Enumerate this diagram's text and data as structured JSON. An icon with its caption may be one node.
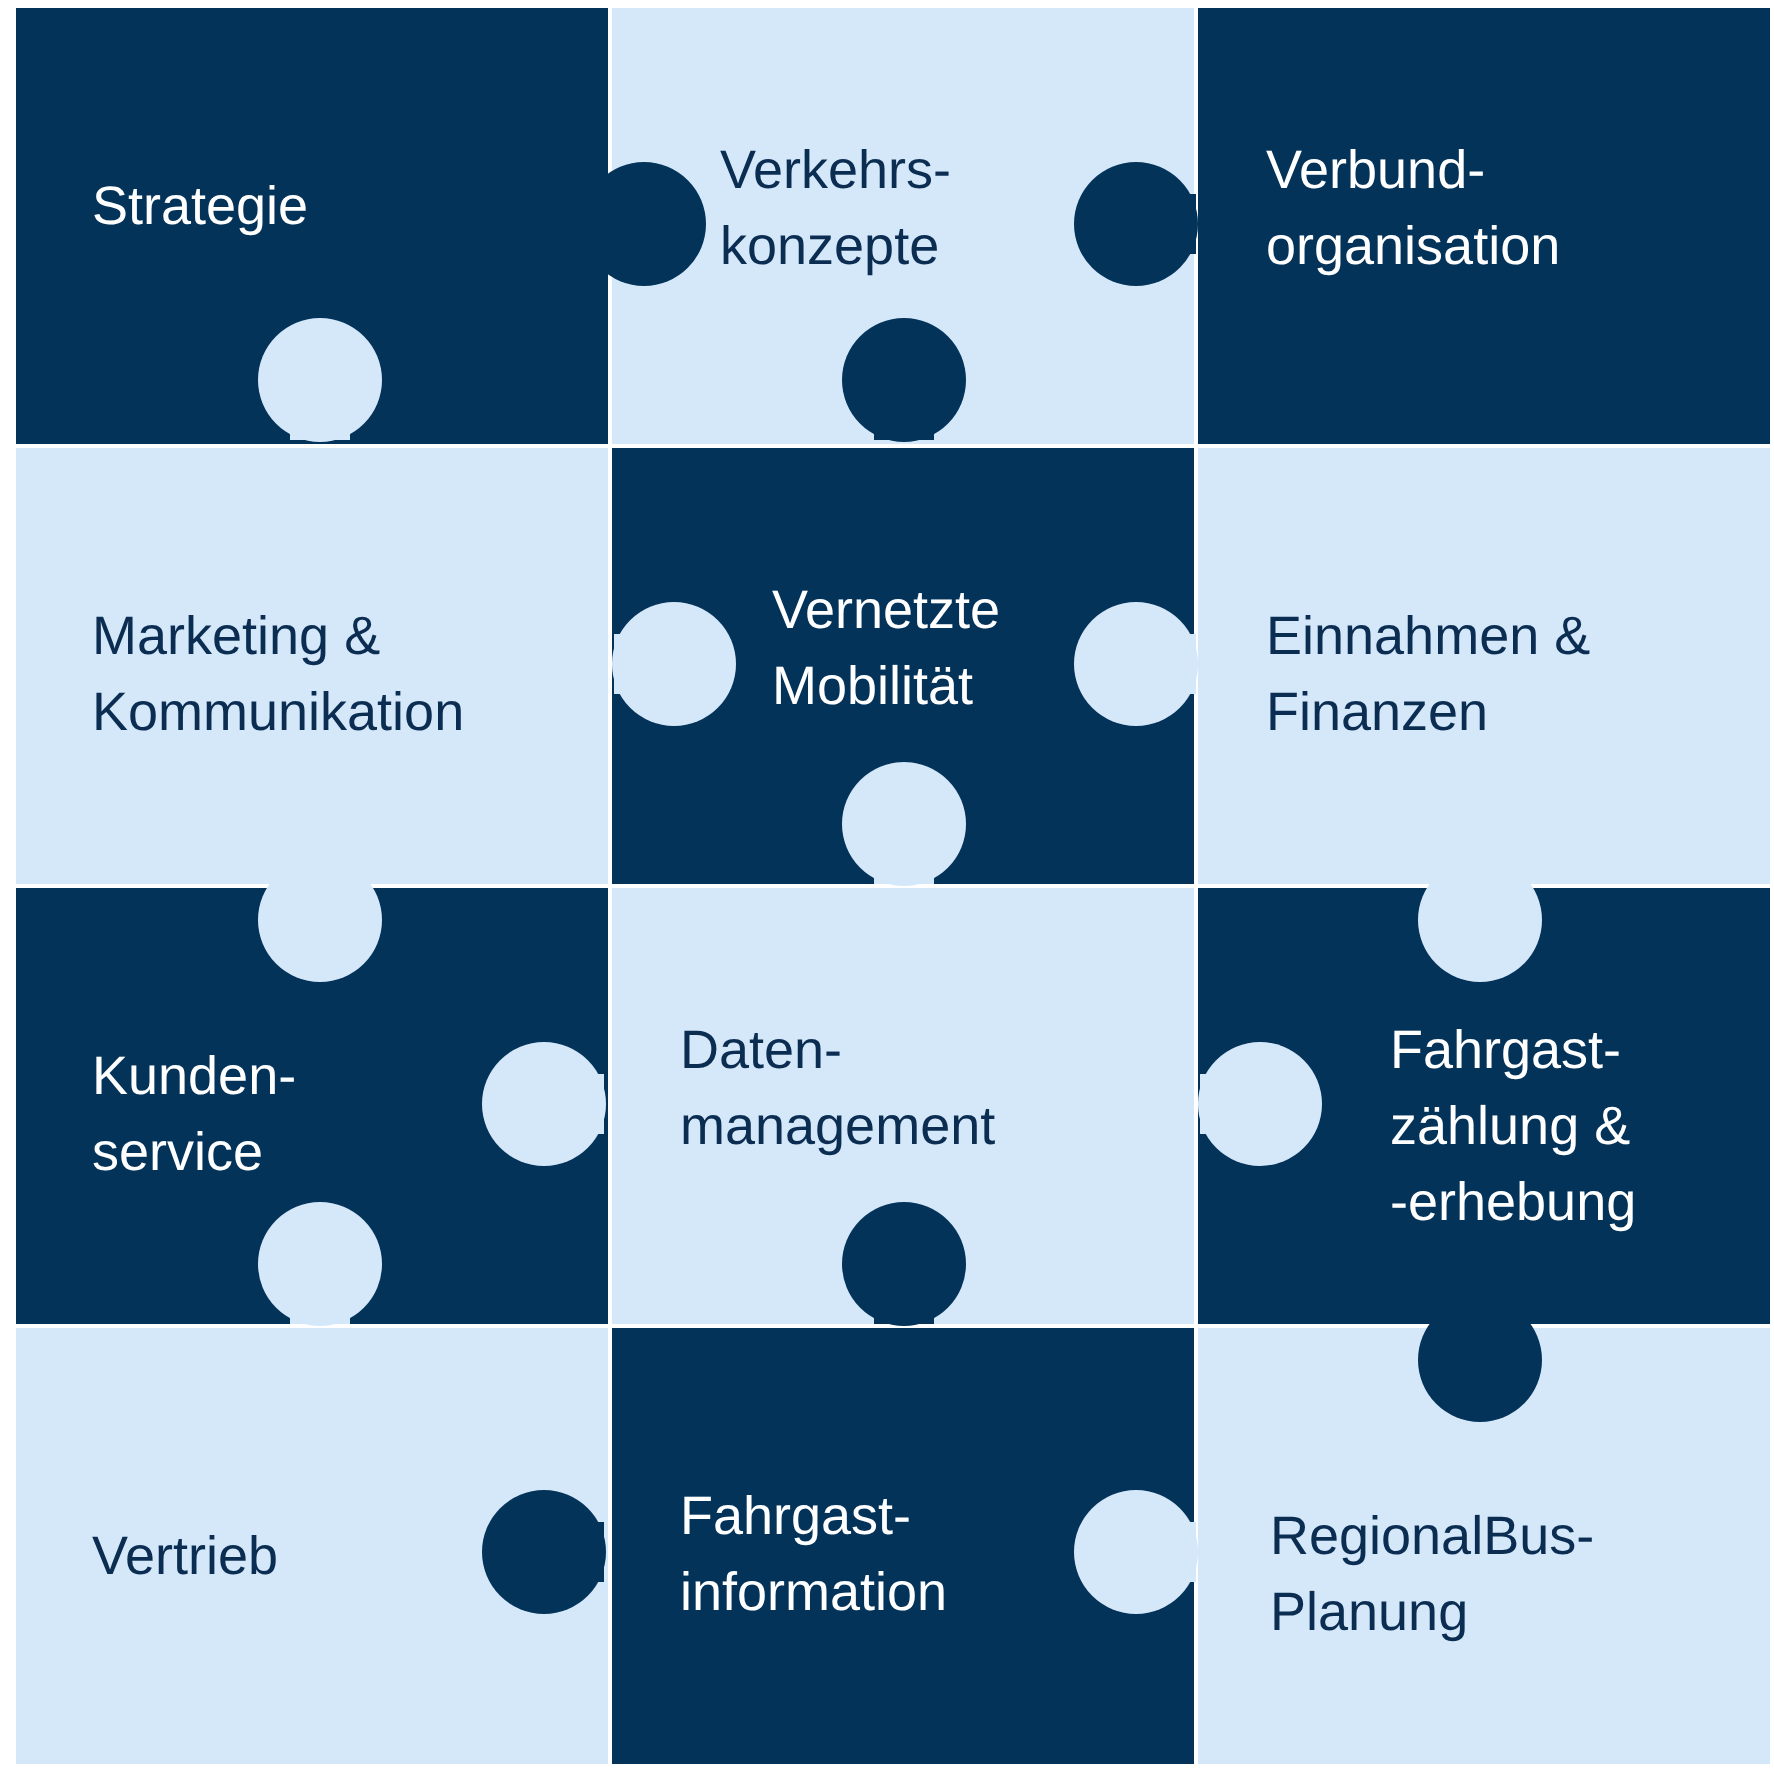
{
  "diagram": {
    "nodes": [
      {
        "text": [
          "Strategie"
        ]
      },
      {
        "text": [
          "Verkehrs- konzepte"
        ]
      },
      {
        "text": [
          "Verbund- organisation"
        ]
      },
      {
        "text": [
          "Marketing & Kommunikation"
        ]
      },
      {
        "text": [
          "Vernetzte Mobilität"
        ]
      },
      {
        "text": [
          "Einnahmen & Finanzen"
        ]
      },
      {
        "text": [
          "Kunden- service"
        ]
      },
      {
        "text": [
          "Daten- management"
        ]
      },
      {
        "text": [
          "Fahrgast- zählung & -erhebung"
        ]
      },
      {
        "text": [
          "Vertrieb"
        ]
      },
      {
        "text": [
          "Fahrgast- information"
        ]
      },
      {
        "text": [
          "RegionalBus- Planung"
        ]
      }
    ]
  }
}
